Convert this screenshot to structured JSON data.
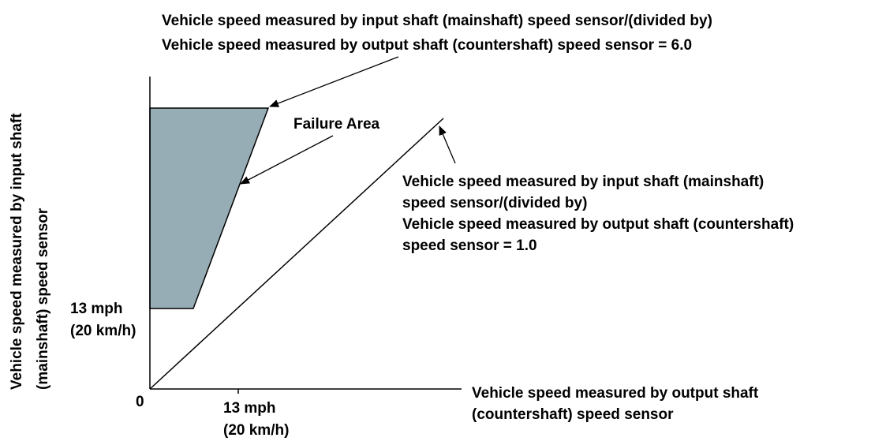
{
  "diagram": {
    "colors": {
      "failure_fill": "#97adb5",
      "line": "#000000",
      "background": "#ffffff"
    },
    "top_note": {
      "line1": "Vehicle speed measured by input shaft (mainshaft) speed sensor/(divided by)",
      "line2": "Vehicle speed measured by output shaft (countershaft) speed sensor = 6.0"
    },
    "failure_label": "Failure Area",
    "ratio_note": {
      "line1": "Vehicle speed measured by input shaft (mainshaft)",
      "line2": "speed sensor/(divided by)",
      "line3": "Vehicle speed measured by output shaft (countershaft)",
      "line4": "speed sensor = 1.0"
    },
    "y_axis_label": {
      "line1": "Vehicle speed measured by input shaft",
      "line2": "(mainshaft) speed sensor"
    },
    "x_axis_label": {
      "line1": "Vehicle speed measured by output shaft",
      "line2": "(countershaft) speed sensor"
    },
    "origin_label": "0",
    "y_threshold": {
      "line1": "13 mph",
      "line2": "(20 km/h)"
    },
    "x_threshold": {
      "line1": "13 mph",
      "line2": "(20 km/h)"
    }
  }
}
